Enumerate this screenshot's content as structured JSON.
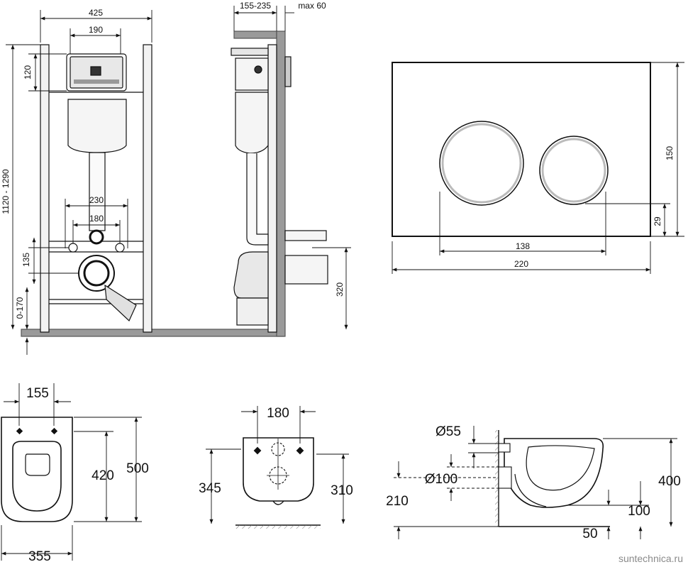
{
  "frame_front": {
    "width": "425",
    "plate_width": "190",
    "top_height": "120",
    "total_height": "1120 - 1290",
    "pipe_spacing": "230",
    "bolt_spacing": "180",
    "bolt_height": "135",
    "adjust": "0-170"
  },
  "frame_side": {
    "depth": "155-235",
    "wall_max": "max 60",
    "outlet_height": "320"
  },
  "flush_plate": {
    "height": "150",
    "button_offset": "29",
    "button_span": "138",
    "width": "220"
  },
  "bowl_top": {
    "mount_spacing": "155",
    "depth": "500",
    "mount_depth": "420",
    "width": "355"
  },
  "bowl_back": {
    "mount_spacing": "180",
    "height": "345",
    "mount_height": "310"
  },
  "bowl_side": {
    "inlet": "Ø55",
    "outlet": "Ø100",
    "outlet_height": "210",
    "height": "400",
    "outlet_offset": "100",
    "inlet_offset": "50"
  },
  "watermark": "suntechnica.ru"
}
